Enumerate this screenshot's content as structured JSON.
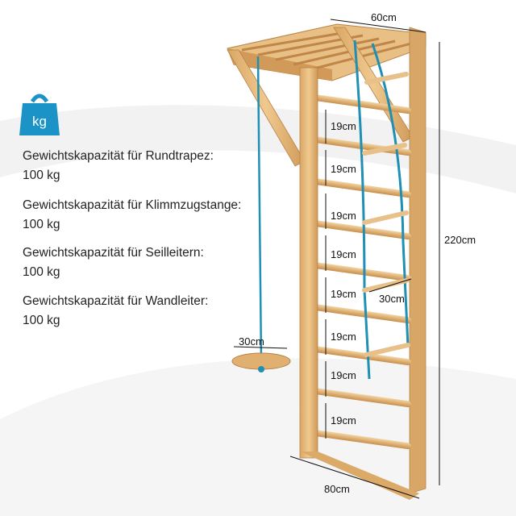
{
  "icons": {
    "weight": "kettlebell-weight-icon",
    "weight_color": "#1c93c6"
  },
  "colors": {
    "wood": "#e6b980",
    "wood_dark": "#c8934f",
    "rope": "#1f8fb3"
  },
  "badge": {
    "unit": "kg"
  },
  "specs": [
    {
      "label": "Gewichtskapazität für Rundtrapez:",
      "value": "100 kg"
    },
    {
      "label": "Gewichtskapazität für Klimmzugstange:",
      "value": "100 kg"
    },
    {
      "label": "Gewichtskapazität für Seilleitern:",
      "value": "100 kg"
    },
    {
      "label": "Gewichtskapazität für Wandleiter:",
      "value": "100 kg"
    }
  ],
  "dimensions": {
    "top_depth": "60cm",
    "height": "220cm",
    "width": "80cm",
    "disc_diameter": "30cm",
    "rope_ladder_width": "30cm",
    "rung_spacing": [
      "19cm",
      "19cm",
      "19cm",
      "19cm",
      "19cm",
      "19cm",
      "19cm",
      "19cm"
    ]
  }
}
